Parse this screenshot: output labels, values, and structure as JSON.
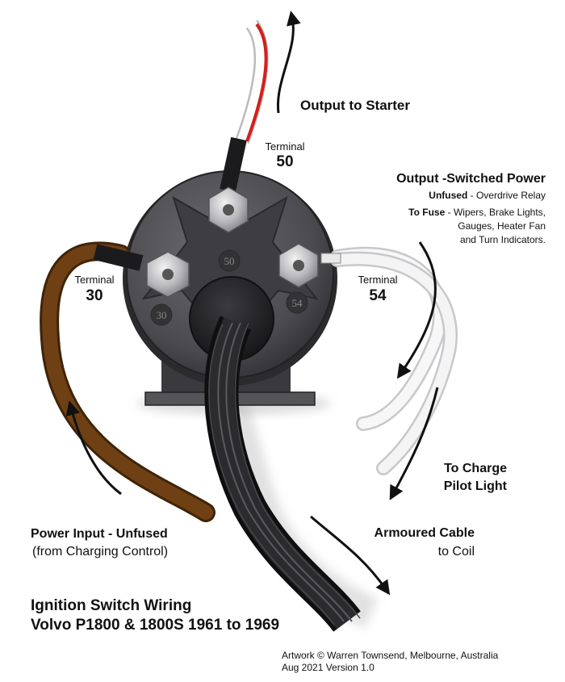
{
  "labels": {
    "output_starter": "Output to Starter",
    "terminal_word": "Terminal",
    "terminal_50": "50",
    "terminal_30": "30",
    "terminal_54": "54",
    "switched_title": "Output -Switched Power",
    "unfused_bold": "Unfused",
    "unfused_rest": "- Overdrive Relay",
    "to_fuse_bold": "To Fuse",
    "to_fuse_rest": "- Wipers, Brake Lights,",
    "fuse_line2": "Gauges, Heater Fan",
    "fuse_line3": "and Turn Indicators.",
    "charge_line1": "To Charge",
    "charge_line2": "Pilot Light",
    "power_input": "Power Input - Unfused",
    "power_input_sub": "(from Charging Control)",
    "armoured": "Armoured Cable",
    "armoured_sub": "to Coil",
    "title_line1": "Ignition Switch Wiring",
    "title_line2": "Volvo P1800 & 1800S 1961 to 1969",
    "credit_line1": "Artwork © Warren Townsend, Melbourne, Australia",
    "credit_line2": "Aug 2021 Version 1.0"
  },
  "switch_face_labels": {
    "top": "50",
    "left": "30",
    "right": "54"
  },
  "colors": {
    "body": "#4b4b4f",
    "body_dark": "#2a2a2d",
    "brown_wire": "#6e4014",
    "red_wire": "#d41e1e",
    "cable": "#1e1e20"
  }
}
